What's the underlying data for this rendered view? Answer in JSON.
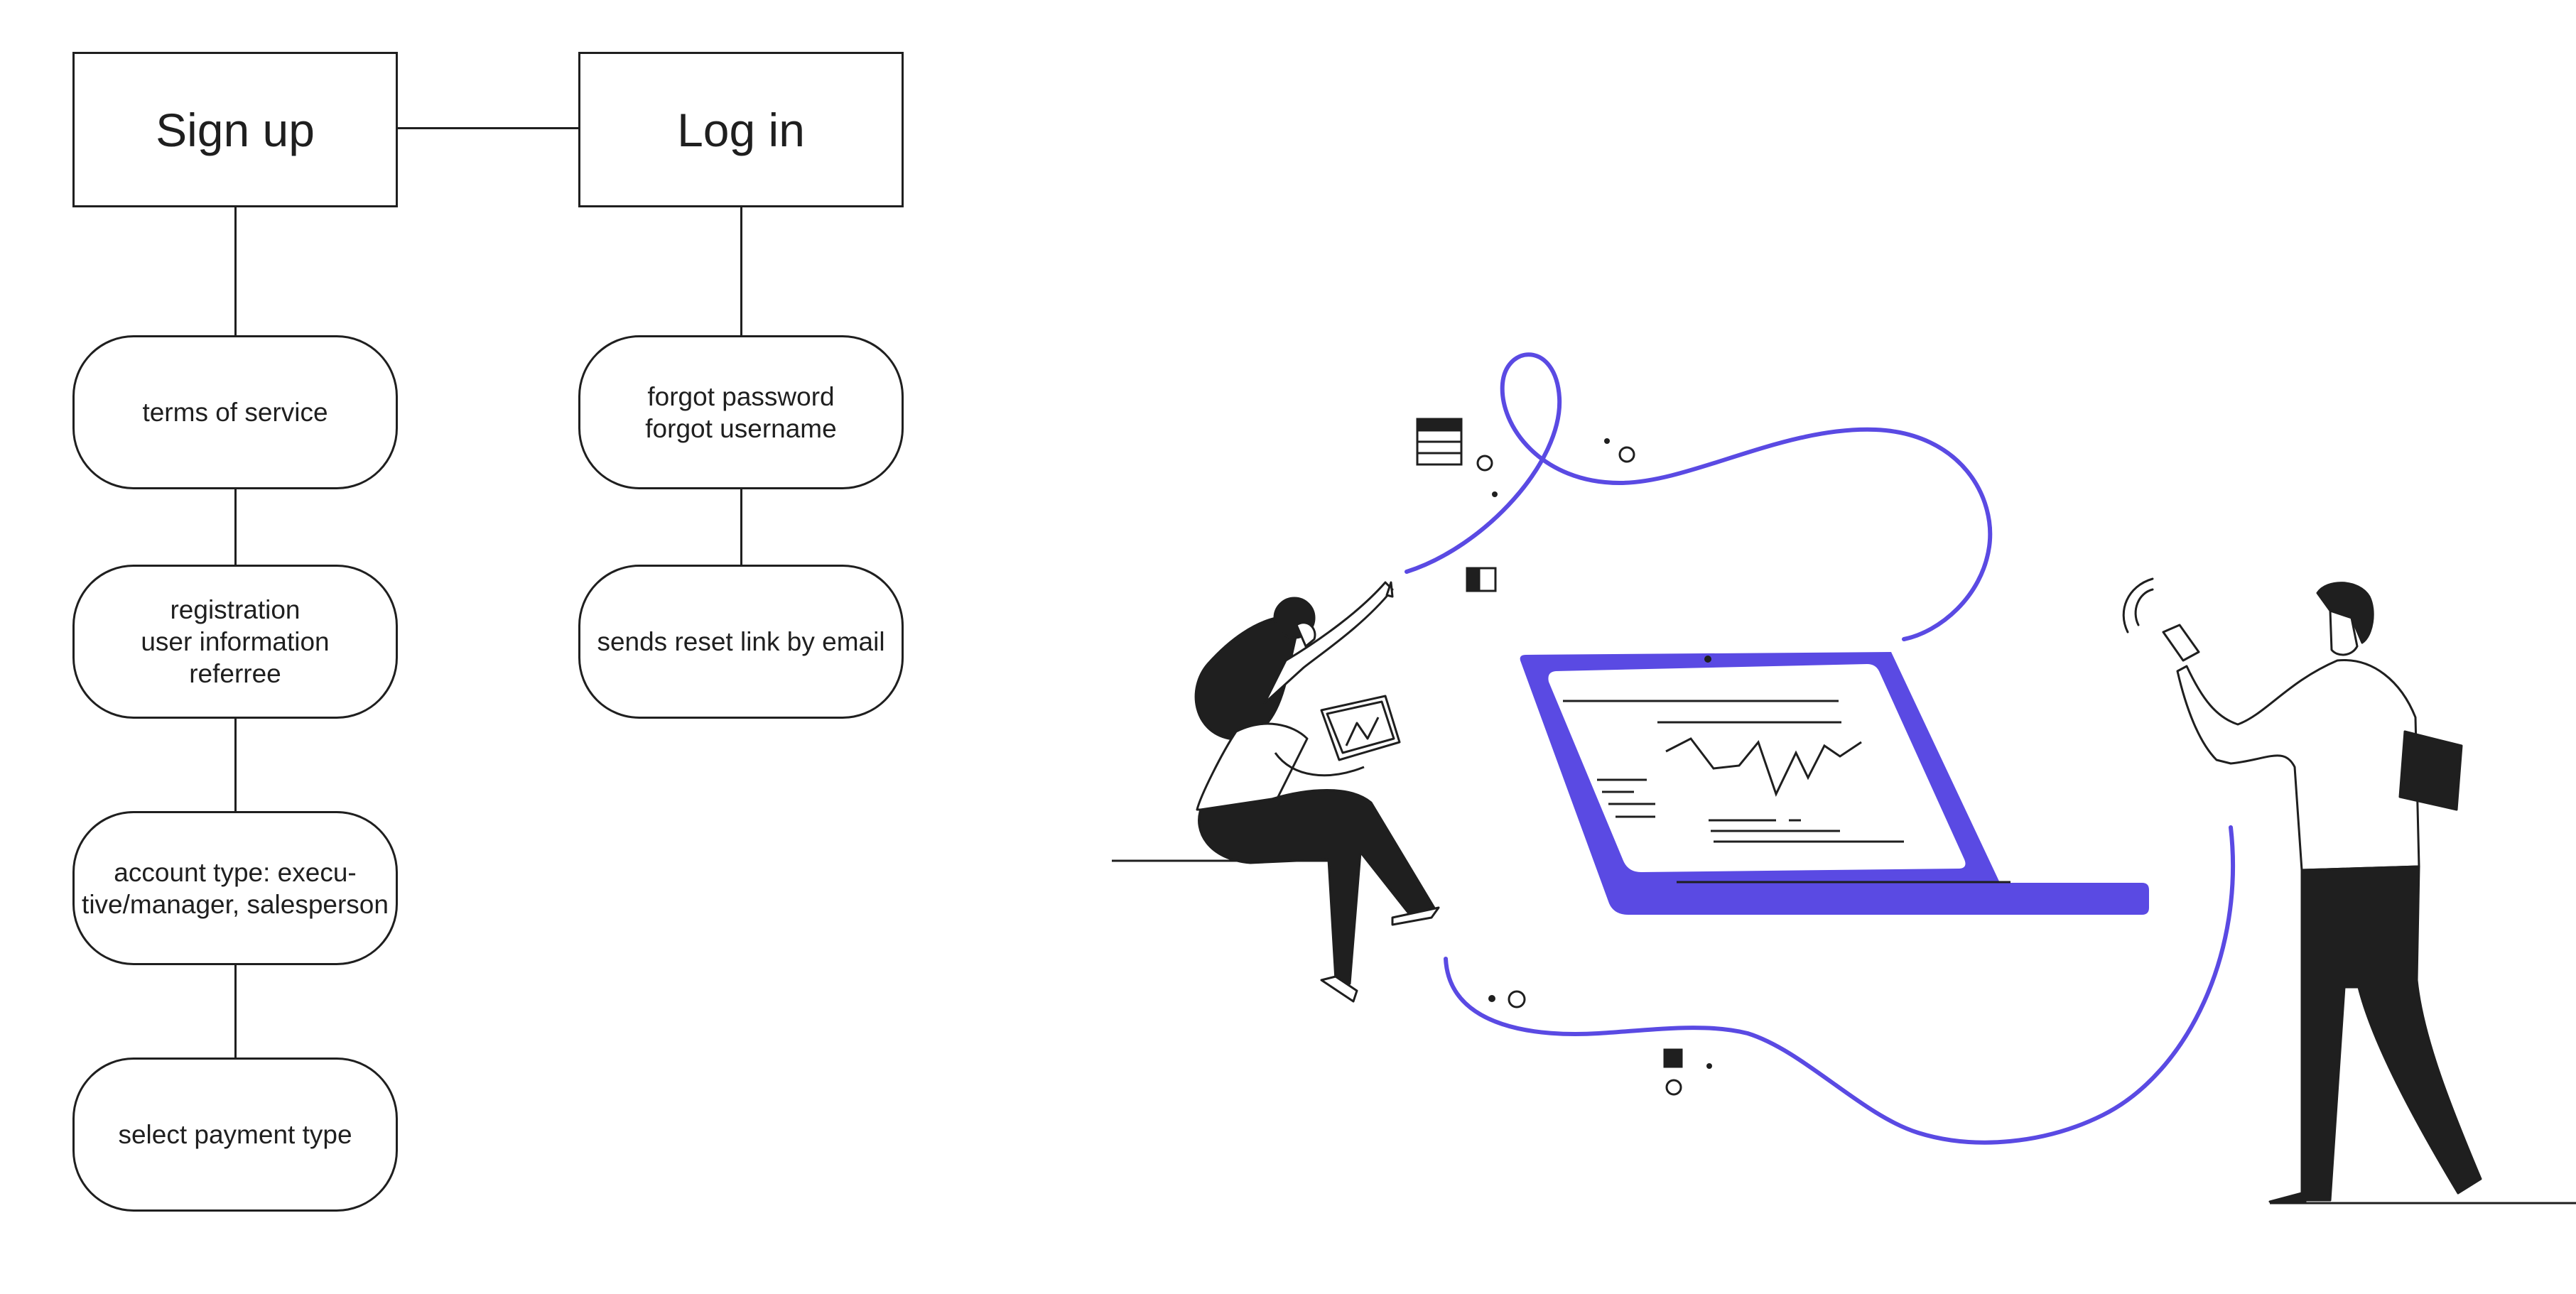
{
  "flowchart": {
    "signup": {
      "title": "Sign up",
      "steps": [
        {
          "lines": [
            "terms of service"
          ]
        },
        {
          "lines": [
            "registration",
            "user information",
            "referree"
          ]
        },
        {
          "lines": [
            "account type: execu-",
            "tive/manager, salesperson"
          ]
        },
        {
          "lines": [
            "select payment type"
          ]
        }
      ]
    },
    "login": {
      "title": "Log in",
      "steps": [
        {
          "lines": [
            "forgot password",
            "forgot username"
          ]
        },
        {
          "lines": [
            "sends reset link by email"
          ]
        }
      ]
    }
  },
  "colors": {
    "line": "#1f1f1f",
    "accent": "#5a4ae3",
    "background": "#ffffff"
  },
  "illustration": {
    "subject": "people-with-laptop-analytics",
    "icons": [
      "woman-with-tablet",
      "laptop-with-chart",
      "man-with-phone",
      "wave-line"
    ]
  }
}
